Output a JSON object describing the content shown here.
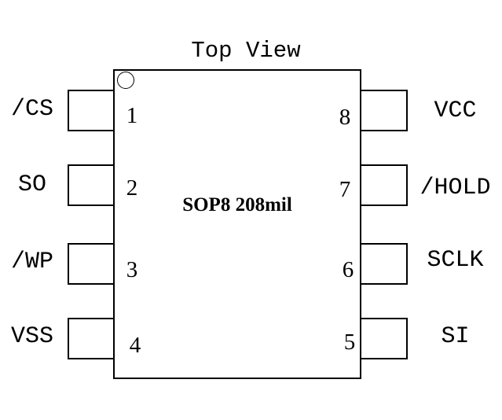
{
  "title": "Top View",
  "package_label": "SOP8 208mil",
  "pins": {
    "p1": {
      "number": "1",
      "name": "/CS"
    },
    "p2": {
      "number": "2",
      "name": "SO"
    },
    "p3": {
      "number": "3",
      "name": "/WP"
    },
    "p4": {
      "number": "4",
      "name": "VSS"
    },
    "p5": {
      "number": "5",
      "name": "SI"
    },
    "p6": {
      "number": "6",
      "name": "SCLK"
    },
    "p7": {
      "number": "7",
      "name": "/HOLD"
    },
    "p8": {
      "number": "8",
      "name": "VCC"
    }
  }
}
